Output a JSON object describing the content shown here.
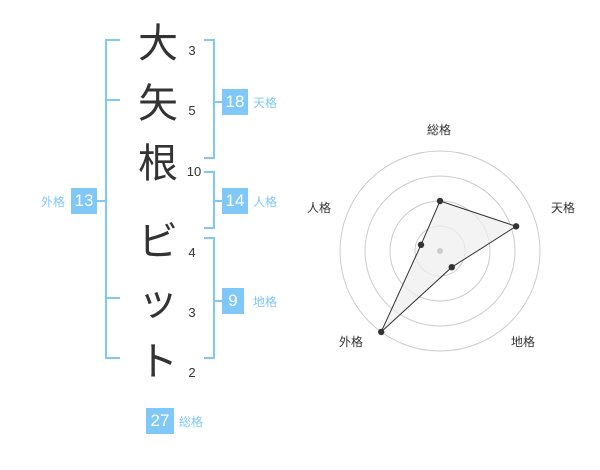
{
  "name": {
    "chars": [
      "大",
      "矢",
      "根",
      "ビ",
      "ッ",
      "ト"
    ],
    "strokes": [
      "3",
      "5",
      "10",
      "4",
      "3",
      "2"
    ]
  },
  "fortune": {
    "tenkaku": {
      "value": "18",
      "label": "天格"
    },
    "jinkaku": {
      "value": "14",
      "label": "人格"
    },
    "chikaku": {
      "value": "9",
      "label": "地格"
    },
    "gaikaku": {
      "value": "13",
      "label": "外格"
    },
    "soukaku": {
      "value": "27",
      "label": "総格"
    }
  },
  "chart_data": {
    "type": "radar",
    "axes": [
      "総格",
      "天格",
      "地格",
      "外格",
      "人格"
    ],
    "values": [
      0.5,
      0.8,
      0.2,
      1.0,
      0.2
    ],
    "rings": 4,
    "colors": {
      "grid": "#cccccc",
      "fill": "#eeeeee",
      "line": "#333333",
      "point": "#333333",
      "center": "#cccccc"
    }
  }
}
